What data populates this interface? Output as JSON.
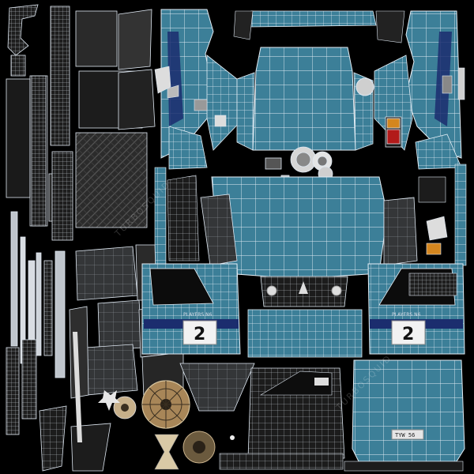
{
  "door_left": {
    "sponsor": "PLAYERS N6",
    "number": "2"
  },
  "door_right": {
    "sponsor": "PLAYERS N6",
    "number": "2"
  },
  "rear_plate": "TYW 56",
  "watermark": "TURBOSQUID",
  "colors": {
    "background": "#000000",
    "paint_blue": "#3c7f98",
    "paint_blue_dark": "#2a6279",
    "stripe_navy": "#1b2d6e",
    "wire": "#dfe8f2",
    "part_dark": "#1a1a1a",
    "part_grey": "#3a3a3a",
    "number_panel": "#f2f2f2",
    "tail_light_amber": "#d4861f",
    "tail_light_red": "#b21a1a",
    "wheel_gold": "#a88658"
  }
}
